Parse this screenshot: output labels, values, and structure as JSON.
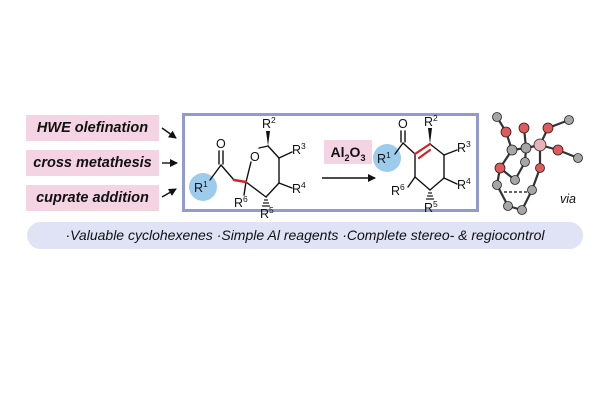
{
  "methods": [
    "HWE olefination",
    "cross metathesis",
    "cuprate addition"
  ],
  "reagent": {
    "label": "Al",
    "subscript1": "2",
    "mid": "O",
    "subscript2": "3"
  },
  "substrate": {
    "carbonyl_o": "O",
    "ring_o": "O",
    "r1": "R",
    "r1_sup": "1",
    "r2": "R",
    "r2_sup": "2",
    "r3": "R",
    "r3_sup": "3",
    "r4": "R",
    "r4_sup": "4",
    "r5": "R",
    "r5_sup": "5",
    "r6": "R",
    "r6_sup": "6"
  },
  "product": {
    "carbonyl_o": "O",
    "r1": "R",
    "r1_sup": "1",
    "r2": "R",
    "r2_sup": "2",
    "r3": "R",
    "r3_sup": "3",
    "r4": "R",
    "r4_sup": "4",
    "r5": "R",
    "r5_sup": "5",
    "r6": "R",
    "r6_sup": "6"
  },
  "via_label": "via",
  "features": "·Valuable cyclohexenes ·Simple Al reagents ·Complete stereo- & regiocontrol",
  "colors": {
    "tag_pink": "#f4d3e2",
    "box_border": "#8f9bd1",
    "r1_circle": "#9dcbec",
    "highlight_bond": "#d0232a",
    "feature_bar": "#dfe3f5"
  }
}
